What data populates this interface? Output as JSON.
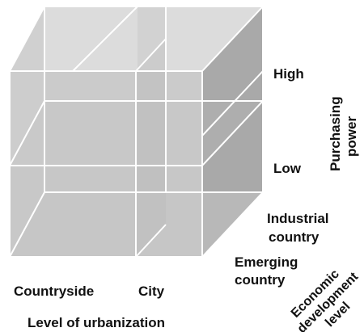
{
  "diagram": {
    "purchasing_power": {
      "high": "High",
      "low": "Low",
      "axis_title_line1": "Purchasing",
      "axis_title_line2": "power"
    },
    "economic_development": {
      "industrial_line1": "Industrial",
      "industrial_line2": "country",
      "emerging_line1": "Emerging",
      "emerging_line2": "country",
      "axis_title_line1": "Economic",
      "axis_title_line2": "development",
      "axis_title_line3": "level"
    },
    "urbanization": {
      "countryside": "Countryside",
      "city": "City",
      "axis_title": "Level of urbanization"
    },
    "colors": {
      "cube_fill": "#cfcfcf",
      "cube_edge": "#ffffff",
      "text": "#111111"
    }
  }
}
